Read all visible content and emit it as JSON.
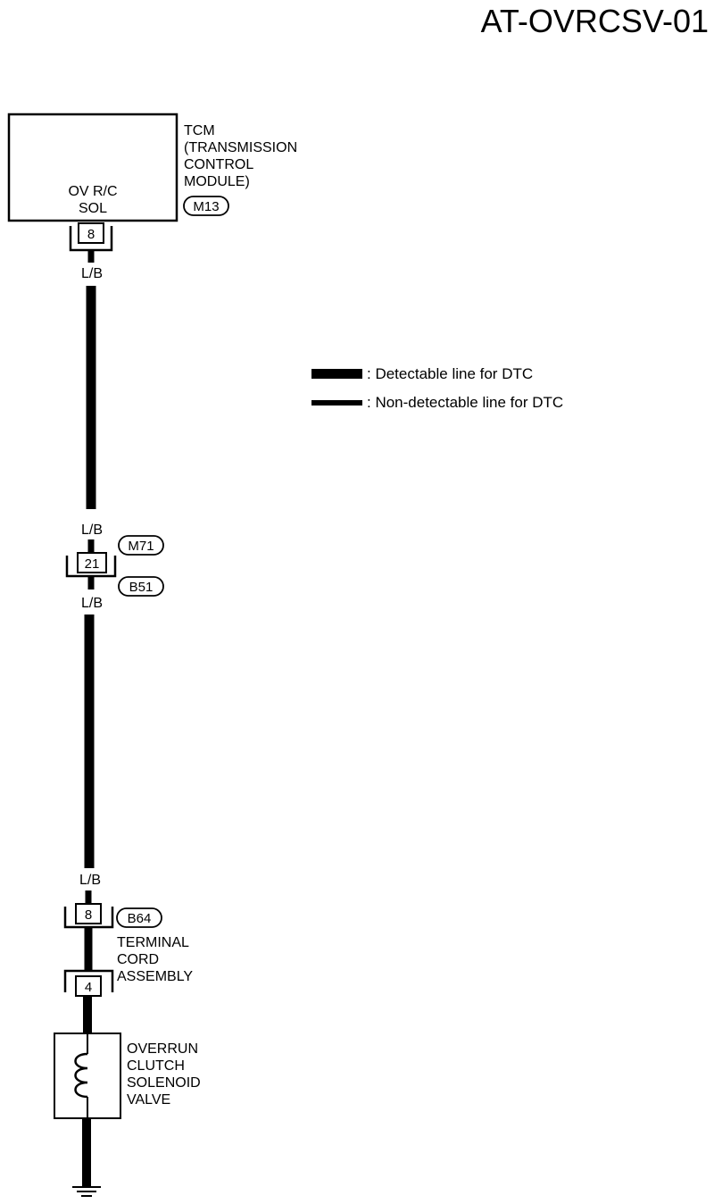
{
  "title": "AT-OVRCSV-01",
  "tcm": {
    "name_lines": [
      "TCM",
      "(TRANSMISSION",
      "CONTROL",
      "MODULE)"
    ],
    "connector": "M13",
    "terminal_label_lines": [
      "OV R/C",
      "SOL"
    ],
    "pin": "8"
  },
  "wire_color": "L/B",
  "joint_connector": {
    "pin": "21",
    "connector_top": "M71",
    "connector_bottom": "B51"
  },
  "terminal_cord": {
    "connector": "B64",
    "pin_top": "8",
    "pin_bottom": "4",
    "name_lines": [
      "TERMINAL",
      "CORD",
      "ASSEMBLY"
    ]
  },
  "solenoid": {
    "name_lines": [
      "OVERRUN",
      "CLUTCH",
      "SOLENOID",
      "VALVE"
    ]
  },
  "legend": [
    {
      "style": "thick",
      "label": ": Detectable line for DTC"
    },
    {
      "style": "thin",
      "label": ": Non-detectable line for DTC"
    }
  ]
}
